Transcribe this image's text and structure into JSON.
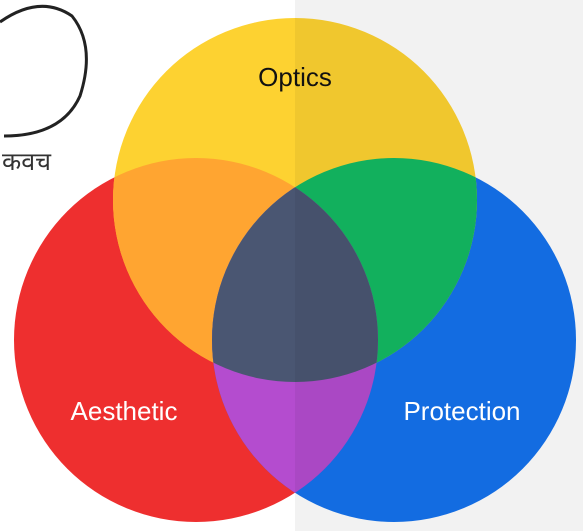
{
  "logo": {
    "text": "कवच"
  },
  "diagram": {
    "type": "venn",
    "sets": [
      {
        "id": "optics",
        "label": "Optics",
        "color": "#FDD231"
      },
      {
        "id": "aesthetic",
        "label": "Aesthetic",
        "color": "#EE2F2F"
      },
      {
        "id": "protection",
        "label": "Protection",
        "color": "#1572EE"
      }
    ],
    "overlaps": {
      "optics_aesthetic": "#FFA531",
      "optics_protection": "#13BA62",
      "aesthetic_protection": "#B44CCF",
      "all_three": "#4A5672"
    }
  }
}
